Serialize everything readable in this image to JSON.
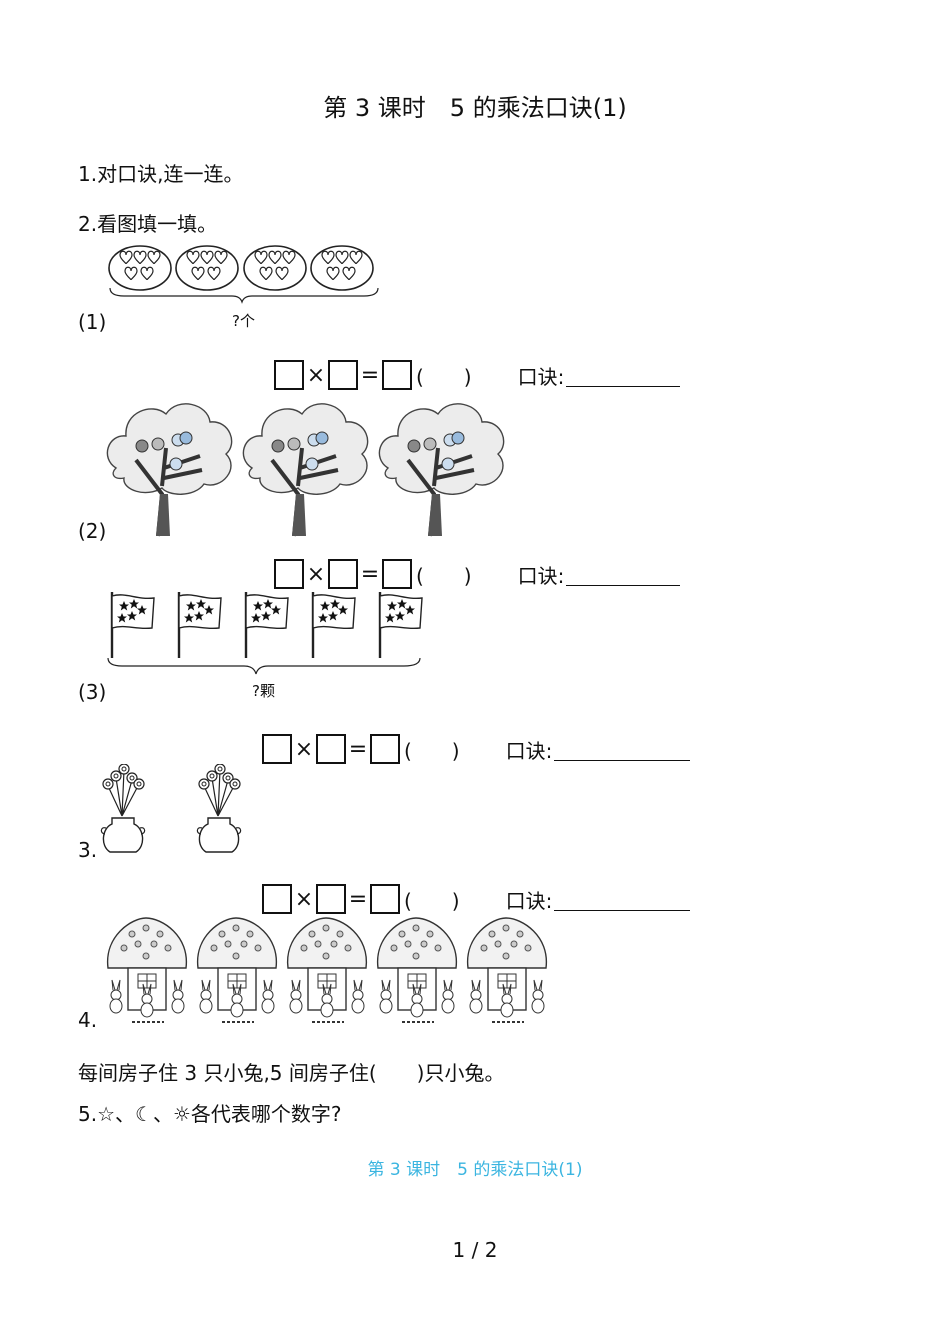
{
  "title": "第 3 课时　5 的乘法口诀(1)",
  "q1": "1.对口诀,连一连。",
  "q2": "2.看图填一填。",
  "parts": [
    {
      "label": "(1)",
      "brace_label": "?个"
    },
    {
      "label": "(2)"
    },
    {
      "label": "(3)",
      "brace_label": "?颗"
    }
  ],
  "q3_label": "3.",
  "q4_label": "4.",
  "equation": {
    "times": "×",
    "equals": "=",
    "paren": "(　　)",
    "koujue": "口诀:"
  },
  "q4_text": "每间房子住 3 只小兔,5 间房子住(　　)只小兔。",
  "q5_prefix": "5.",
  "q5_symbols": [
    "☆",
    "☾",
    "☼"
  ],
  "q5_sep": "、",
  "q5_text": "各代表哪个数字?",
  "footer_title": "第 3 课时　5 的乘法口诀(1)",
  "page_number": "1 / 2"
}
